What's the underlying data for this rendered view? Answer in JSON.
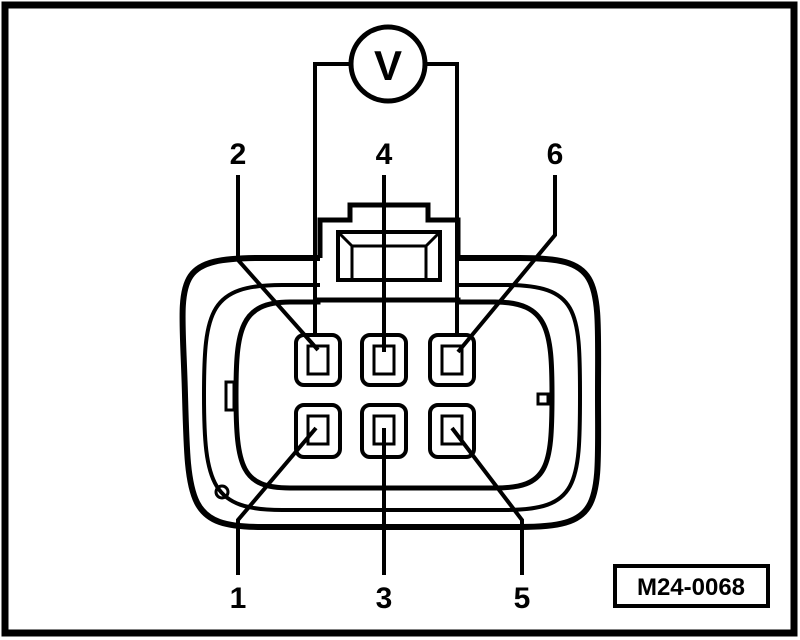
{
  "meter": {
    "symbol": "V"
  },
  "pins": {
    "p1": "1",
    "p2": "2",
    "p3": "3",
    "p4": "4",
    "p5": "5",
    "p6": "6"
  },
  "reference_code": "M24-0068",
  "colors": {
    "ink": "#000000",
    "paper": "#ffffff"
  }
}
